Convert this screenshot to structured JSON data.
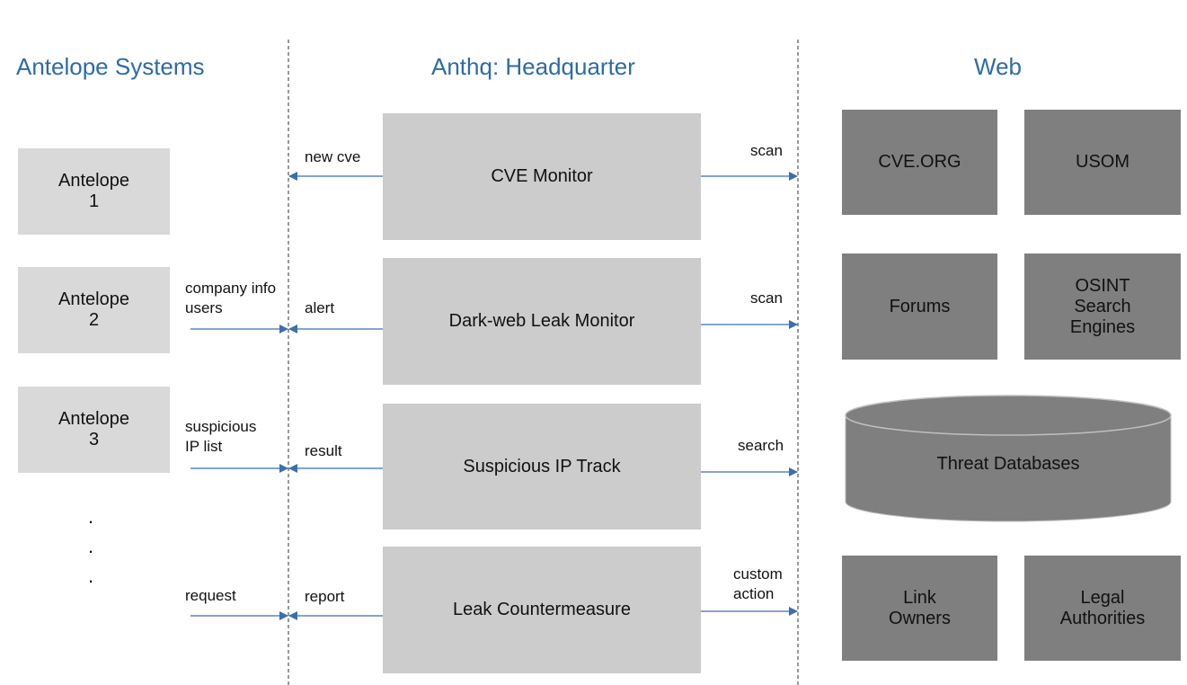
{
  "columns": {
    "left": "Antelope Systems",
    "center": "Anthq: Headquarter",
    "right": "Web"
  },
  "antelopes": [
    "Antelope\n1",
    "Antelope\n2",
    "Antelope\n3"
  ],
  "ellipsis_dots": [
    ".",
    ".",
    "."
  ],
  "hq_modules": [
    "CVE Monitor",
    "Dark-web Leak Monitor",
    "Suspicious IP Track",
    "Leak Countermeasure"
  ],
  "antelope_to_hq_labels": [
    "company info\nusers",
    "suspicious\nIP list",
    "request"
  ],
  "hq_to_antelope_labels": [
    "new cve",
    "alert",
    "result",
    "report"
  ],
  "hq_to_web_labels": [
    "scan",
    "scan",
    "search",
    "custom\naction"
  ],
  "web_sources": {
    "row1": [
      "CVE.ORG",
      "USOM"
    ],
    "row2": [
      "Forums",
      "OSINT\nSearch\nEngines"
    ],
    "database": "Threat Databases",
    "row4": [
      "Link\nOwners",
      "Legal\nAuthorities"
    ]
  },
  "colors": {
    "title_blue": "#2e6aa6",
    "arrow_blue": "#3a6fb0",
    "light_box": "#d9d9d9",
    "hq_box": "#cccccc",
    "web_box": "#7f7f7f"
  }
}
